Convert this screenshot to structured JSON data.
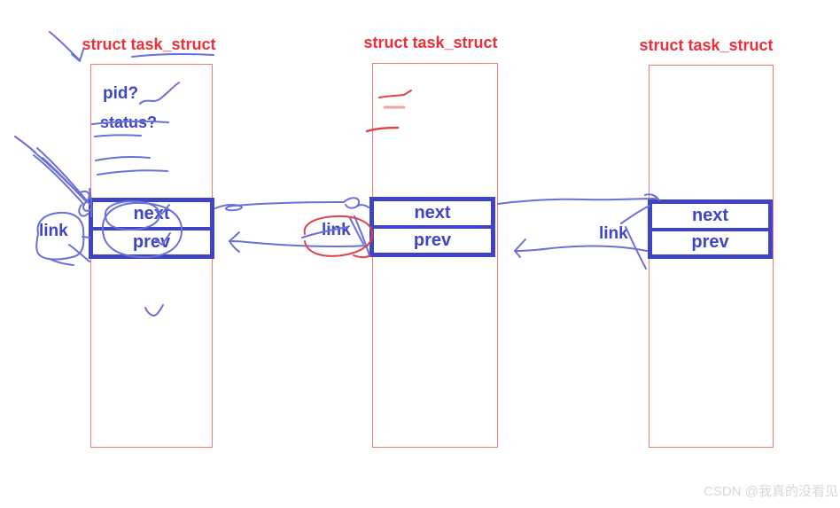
{
  "page": {
    "watermark": "CSDN @我真的没看见"
  },
  "colors": {
    "title_red": "#ec2f39",
    "rect_red": "#ef7a7a",
    "ink_blue": "#4044c8",
    "hand_stroke_blue": "#6a70d8",
    "hand_stroke_red": "#e04545",
    "watermark_gray": "#d8d8d8"
  },
  "nodes": [
    {
      "title": "struct task_struct",
      "fields": {
        "pid": "pid?",
        "status": "status?"
      },
      "cells": {
        "next": "next",
        "prev": "prev"
      },
      "link_label": "link"
    },
    {
      "title": "struct task_struct",
      "cells": {
        "next": "next",
        "prev": "prev"
      },
      "link_label": "link"
    },
    {
      "title": "struct task_struct",
      "cells": {
        "next": "next",
        "prev": "prev"
      },
      "link_label": "link"
    }
  ]
}
